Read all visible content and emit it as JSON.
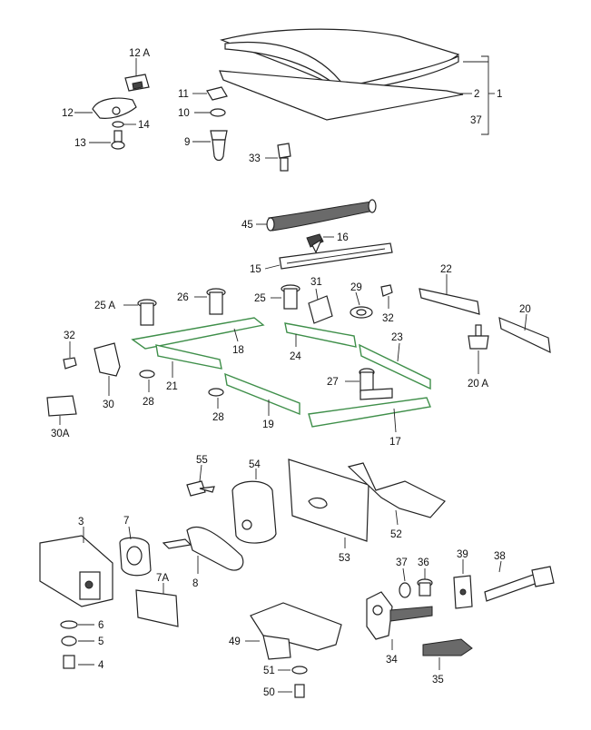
{
  "colors": {
    "ink": "#222222",
    "highlight": "#3f8f4a",
    "background": "#ffffff"
  },
  "callouts": {
    "c1": "1",
    "c2": "2",
    "c37": "37",
    "c12a": "12 A",
    "c11": "11",
    "c10": "10",
    "c12": "12",
    "c14": "14",
    "c13": "13",
    "c9": "9",
    "c33": "33",
    "c45": "45",
    "c16": "16",
    "c15": "15",
    "c25a": "25 A",
    "c26": "26",
    "c25": "25",
    "c31": "31",
    "c29": "29",
    "c32a": "32",
    "c22": "22",
    "c20": "20",
    "c20a": "20 A",
    "c32b": "32",
    "c30": "30",
    "c30a": "30A",
    "c28a": "28",
    "c21": "21",
    "c18": "18",
    "c24": "24",
    "c23": "23",
    "c28b": "28",
    "c19": "19",
    "c27": "27",
    "c17": "17",
    "c55": "55",
    "c54": "54",
    "c53": "53",
    "c52": "52",
    "c3": "3",
    "c7": "7",
    "c7a": "7A",
    "c8": "8",
    "c6": "6",
    "c5": "5",
    "c4": "4",
    "c37b": "37",
    "c36": "36",
    "c39": "39",
    "c38": "38",
    "c34": "34",
    "c35": "35",
    "c49": "49",
    "c51": "51",
    "c50": "50"
  }
}
